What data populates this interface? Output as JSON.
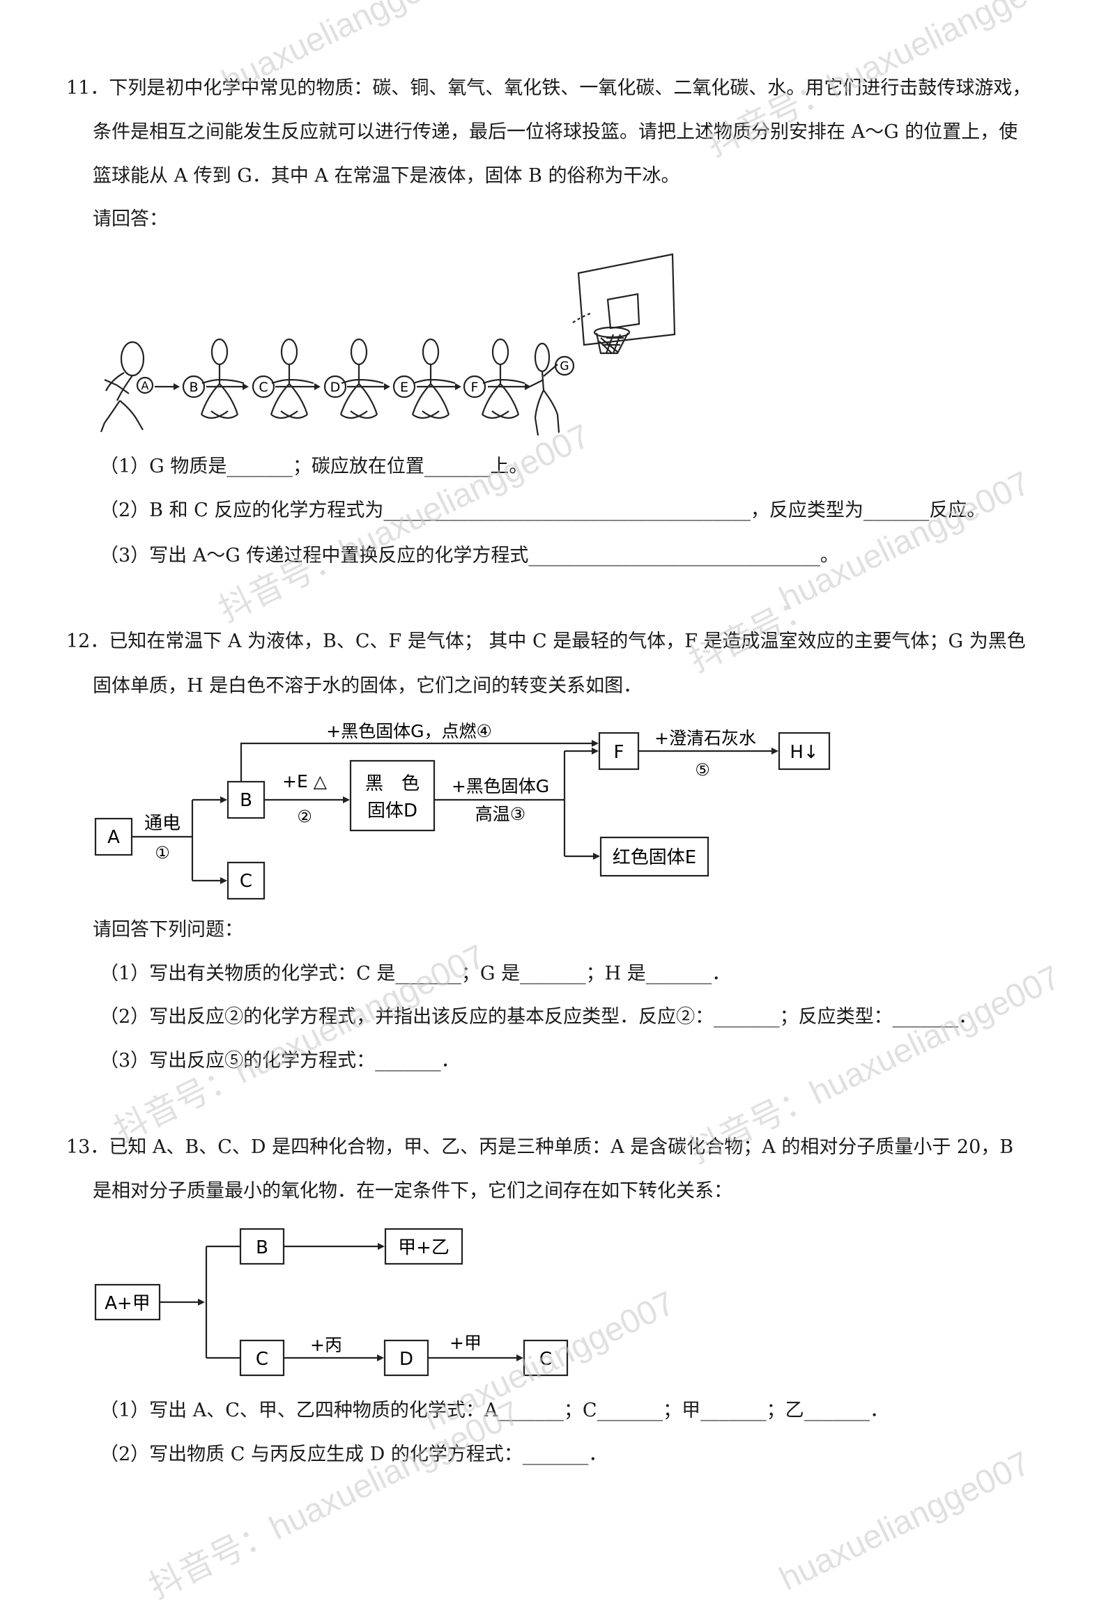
{
  "q11": {
    "stem_l1": "11．下列是初中化学中常见的物质：碳、铜、氧气、氧化铁、一氧化碳、二氧化碳、水。用它们进行击鼓传球游戏，",
    "stem_l2": "条件是相互之间能发生反应就可以进行传递，最后一位将球投篮。请把上述物质分别安排在 A～G 的位置上，使",
    "stem_l3": "篮球能从 A 传到 G．其中 A 在常温下是液体，固体 B 的俗称为干冰。",
    "prompt": "请回答：",
    "players": [
      "A",
      "B",
      "C",
      "D",
      "E",
      "F",
      "G"
    ],
    "sub1": "（1）G 物质是_______；碳应放在位置_______上。",
    "sub2": "（2）B 和 C 反应的化学方程式为_______________________________________，反应类型为_______反应。",
    "sub3": "（3）写出 A～G 传递过程中置换反应的化学方程式_______________________________。"
  },
  "q12": {
    "stem_l1": "12．已知在常温下 A 为液体，B、C、F 是气体；  其中 C 是最轻的气体，F 是造成温室效应的主要气体；G 为黑色",
    "stem_l2": "固体单质，H 是白色不溶于水的固体，它们之间的转变关系如图．",
    "diagram": {
      "A": "A",
      "B": "B",
      "C": "C",
      "D_line1": "黑　色",
      "D_line2": "固体D",
      "F": "F",
      "H": "H↓",
      "E": "红色固体E",
      "lab_electrolysis": "通电",
      "num1": "①",
      "lab_plus_e": "+E △",
      "num2": "②",
      "lab_top": "+黑色固体G，点燃④",
      "lab_d_1": "+黑色固体G",
      "lab_d_2": "高温③",
      "lab_lime": "+澄清石灰水",
      "num5": "⑤"
    },
    "prompt": "请回答下列问题：",
    "sub1": "（1）写出有关物质的化学式：C 是_______；G 是_______；H 是_______．",
    "sub2": "（2）写出反应②的化学方程式，并指出该反应的基本反应类型．反应②：_______；反应类型：_______．",
    "sub3": "（3）写出反应⑤的化学方程式：_______．"
  },
  "q13": {
    "stem_l1": "13．已知 A、B、C、D 是四种化合物，甲、乙、丙是三种单质：A 是含碳化合物；A 的相对分子质量小于 20，B",
    "stem_l2": "是相对分子质量最小的氧化物．在一定条件下，它们之间存在如下转化关系：",
    "diagram": {
      "start": "A+甲",
      "B": "B",
      "product": "甲+乙",
      "C1": "C",
      "lab_bing": "+丙",
      "D": "D",
      "lab_jia": "+甲",
      "C2": "C"
    },
    "sub1": "（1）写出 A、C、甲、乙四种物质的化学式：A_______；C_______；甲_______；乙_______．",
    "sub2": "（2）写出物质 C 与丙反应生成 D 的化学方程式：_______．"
  },
  "watermarks": {
    "handle": "huaxueliangge007",
    "prefix": "抖音号："
  }
}
